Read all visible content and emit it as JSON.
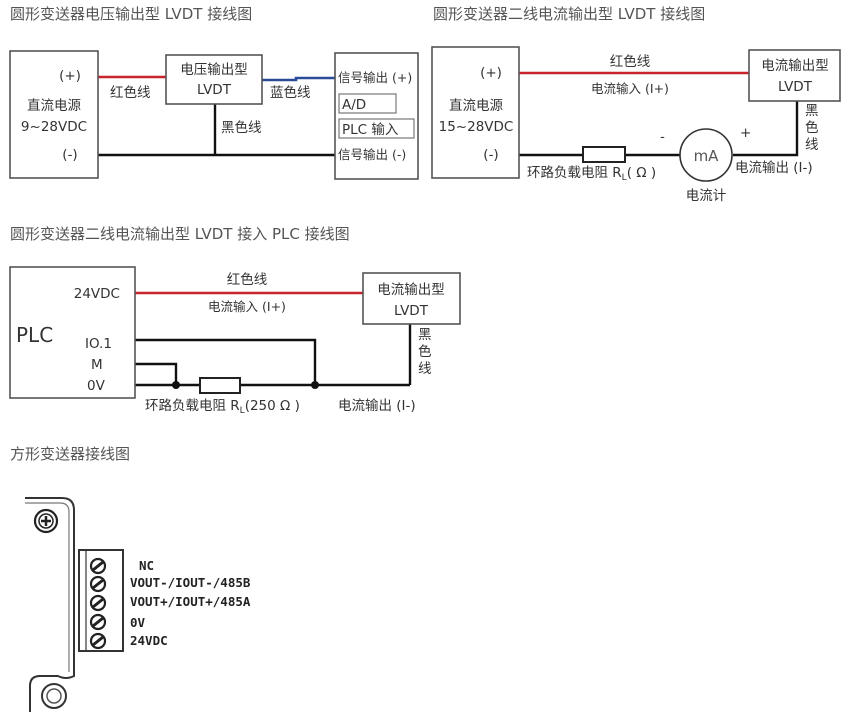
{
  "diagram1": {
    "title": "圆形变送器电压输出型 LVDT 接线图",
    "supply": {
      "plus": "(+)",
      "name": "直流电源",
      "range": "9~28VDC",
      "minus": "(-)"
    },
    "device": {
      "line1": "电压输出型",
      "line2": "LVDT"
    },
    "red_wire": "红色线",
    "blue_wire": "蓝色线",
    "black_wire": "黑色线",
    "receiver": {
      "sig_plus": "信号输出 (+)",
      "ad": "A/D",
      "plc_in": "PLC 输入",
      "sig_minus": "信号输出 (-)"
    }
  },
  "diagram2": {
    "title": "圆形变送器二线电流输出型 LVDT 接线图",
    "supply": {
      "plus": "(+)",
      "name": "直流电源",
      "range": "15~28VDC",
      "minus": "(-)"
    },
    "red_wire": "红色线",
    "current_in": "电流输入 (I+)",
    "device": {
      "line1": "电流输出型",
      "line2": "LVDT"
    },
    "black_wire": [
      "黑",
      "色",
      "线"
    ],
    "resistor_label": "环路负载电阻 R",
    "resistor_sub": "L",
    "resistor_unit": "( Ω )",
    "meter": "mA",
    "meter_minus": "-",
    "meter_plus": "+",
    "meter_label": "电流计",
    "current_out": "电流输出 (I-)"
  },
  "diagram3": {
    "title": "圆形变送器二线电流输出型 LVDT 接入 PLC 接线图",
    "plc": {
      "name": "PLC",
      "v24": "24VDC",
      "io": "IO.1",
      "m": "M",
      "zero": "0V"
    },
    "red_wire": "红色线",
    "current_in": "电流输入 (I+)",
    "device": {
      "line1": "电流输出型",
      "line2": "LVDT"
    },
    "black_wire": [
      "黑",
      "色",
      "线"
    ],
    "resistor_label": "环路负载电阻 R",
    "resistor_sub": "L",
    "resistor_unit": "(250 Ω )",
    "current_out": "电流输出 (I-)"
  },
  "diagram4": {
    "title": "方形变送器接线图",
    "terminals": [
      "NC",
      "VOUT-/IOUT-/485B",
      "VOUT+/IOUT+/485A",
      "0V",
      "24VDC"
    ]
  }
}
